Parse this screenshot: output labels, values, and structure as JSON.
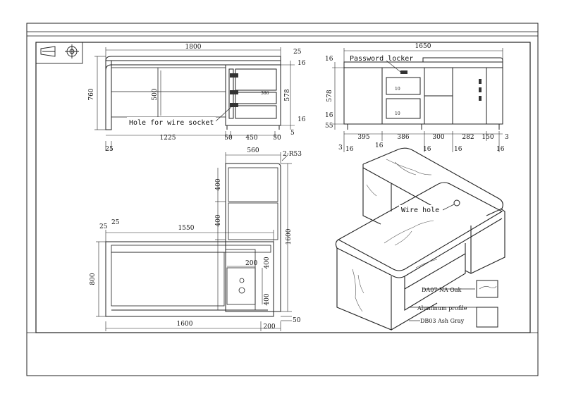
{
  "front_view": {
    "width_total": "1800",
    "top_offset": "25",
    "height_total": "760",
    "top_thickness": "16",
    "cabinet_height": "578",
    "bottom_gap": "16",
    "foot_height": "5",
    "left_span": "1225",
    "panel_gap": "50",
    "cabinet_width": "450",
    "cabinet_right": "50",
    "panel_width": "25",
    "inner_height": "500",
    "drawer_inner": "386",
    "socket_label": "Hole for wire socket"
  },
  "back_view": {
    "width_total": "1650",
    "locker_label": "Password locker",
    "top_thickness": "16",
    "height": "578",
    "mid_gap": "16",
    "bottom_gap": "55",
    "seg_left": "395",
    "seg_drawer": "386",
    "seg_a": "300",
    "seg_b": "282",
    "seg_c": "150",
    "seg_d": "3",
    "edge_a": "3",
    "edge_b": "16",
    "edge_c": "16",
    "edge_d": "16",
    "edge_e": "16",
    "edge_f": "16",
    "drawer_num_a": "10",
    "drawer_num_b": "10"
  },
  "plan_view": {
    "return_width": "560",
    "corner_note": "2-R53",
    "seg_a": "400",
    "seg_b": "400",
    "seg_c": "400",
    "seg_d": "400",
    "return_length": "1600",
    "desk_length": "1550",
    "offset_a": "25",
    "offset_b": "25",
    "depth": "800",
    "bottom_width": "1600",
    "bottom_gap": "200",
    "bottom_right": "50",
    "inner_dim": "200"
  },
  "isometric": {
    "wire_hole_label": "Wire hole",
    "legend": [
      {
        "label": "DA07 NA Oak"
      },
      {
        "label": "Aluminum profile"
      },
      {
        "label": "DB03 Ash Gray"
      }
    ]
  }
}
